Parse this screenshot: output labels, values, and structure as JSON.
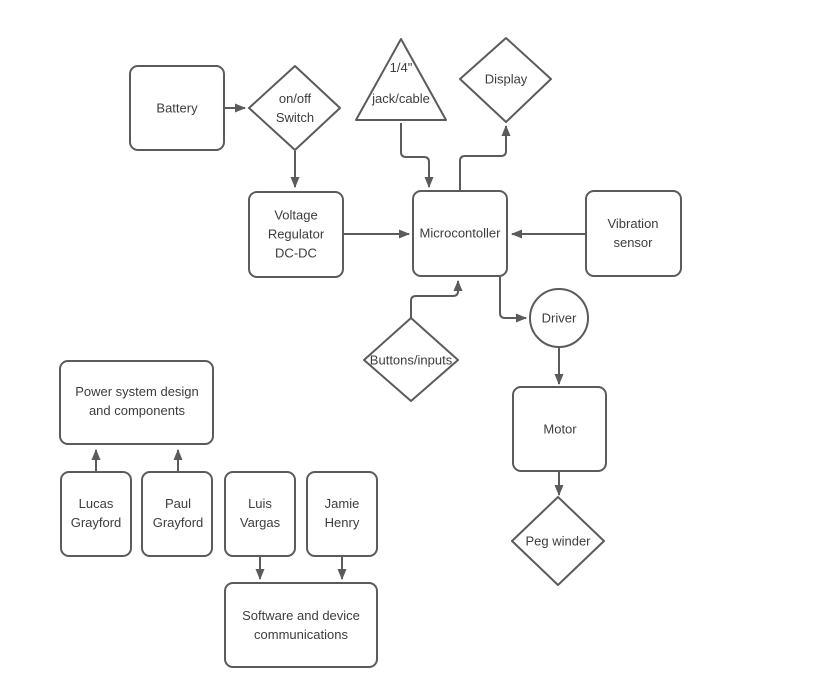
{
  "colors": {
    "background": "#ffffff",
    "shape_stroke": "#5b5b5b",
    "text": "#3d3d3d",
    "arrow": "#5b5b5b"
  },
  "diagram": {
    "nodes": {
      "battery": {
        "label": "Battery",
        "shape": "rounded-rectangle"
      },
      "on_off_switch": {
        "label": "on/off\nSwitch",
        "shape": "diamond"
      },
      "jack_cable": {
        "label": "1/4\"\njack/cable",
        "shape": "triangle"
      },
      "display": {
        "label": "Display",
        "shape": "diamond"
      },
      "voltage_regulator": {
        "label": "Voltage\nRegulator\nDC-DC",
        "shape": "rounded-rectangle"
      },
      "microcontroller": {
        "label": "Microcontoller",
        "shape": "rounded-rectangle"
      },
      "vibration_sensor": {
        "label": "Vibration\nsensor",
        "shape": "rounded-rectangle"
      },
      "driver": {
        "label": "Driver",
        "shape": "circle"
      },
      "buttons_inputs": {
        "label": "Buttons/inputs",
        "shape": "diamond"
      },
      "motor": {
        "label": "Motor",
        "shape": "rounded-rectangle"
      },
      "peg_winder": {
        "label": "Peg winder",
        "shape": "diamond"
      },
      "power_team": {
        "label": "Power system design\nand components",
        "shape": "rounded-rectangle"
      },
      "lucas_grayford": {
        "label": "Lucas\nGrayford",
        "shape": "rounded-rectangle"
      },
      "paul_grayford": {
        "label": "Paul\nGrayford",
        "shape": "rounded-rectangle"
      },
      "luis_vargas": {
        "label": "Luis\nVargas",
        "shape": "rounded-rectangle"
      },
      "jamie_henry": {
        "label": "Jamie\nHenry",
        "shape": "rounded-rectangle"
      },
      "software_team": {
        "label": "Software and device\ncommunications",
        "shape": "rounded-rectangle"
      }
    },
    "edges": [
      {
        "from": "battery",
        "to": "on_off_switch"
      },
      {
        "from": "on_off_switch",
        "to": "voltage_regulator"
      },
      {
        "from": "jack_cable",
        "to": "microcontroller"
      },
      {
        "from": "microcontroller",
        "to": "display"
      },
      {
        "from": "voltage_regulator",
        "to": "microcontroller"
      },
      {
        "from": "vibration_sensor",
        "to": "microcontroller"
      },
      {
        "from": "buttons_inputs",
        "to": "microcontroller"
      },
      {
        "from": "microcontroller",
        "to": "driver"
      },
      {
        "from": "driver",
        "to": "motor"
      },
      {
        "from": "motor",
        "to": "peg_winder"
      },
      {
        "from": "lucas_grayford",
        "to": "power_team"
      },
      {
        "from": "paul_grayford",
        "to": "power_team"
      },
      {
        "from": "luis_vargas",
        "to": "software_team"
      },
      {
        "from": "jamie_henry",
        "to": "software_team"
      }
    ]
  }
}
